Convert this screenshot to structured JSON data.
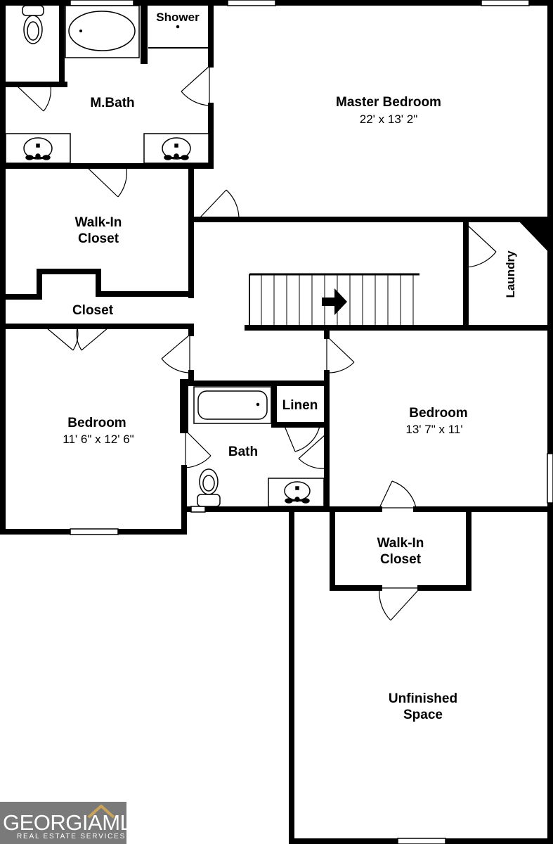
{
  "rooms": {
    "shower": "Shower",
    "mbath": "M.Bath",
    "master_bedroom": "Master Bedroom",
    "master_bedroom_dims": "22' x 13' 2\"",
    "walkin_closet_1": "Walk-In",
    "walkin_closet_1b": "Closet",
    "closet": "Closet",
    "laundry": "Laundry",
    "bedroom_left": "Bedroom",
    "bedroom_left_dims": "11' 6\" x 12' 6\"",
    "linen": "Linen",
    "bath": "Bath",
    "bedroom_right": "Bedroom",
    "bedroom_right_dims": "13' 7\" x 11'",
    "walkin_closet_2": "Walk-In",
    "walkin_closet_2b": "Closet",
    "unfinished_1": "Unfinished",
    "unfinished_2": "Space"
  },
  "watermark": {
    "brand": "GEORGIAMLS",
    "tagline": "REAL ESTATE SERVICES"
  }
}
